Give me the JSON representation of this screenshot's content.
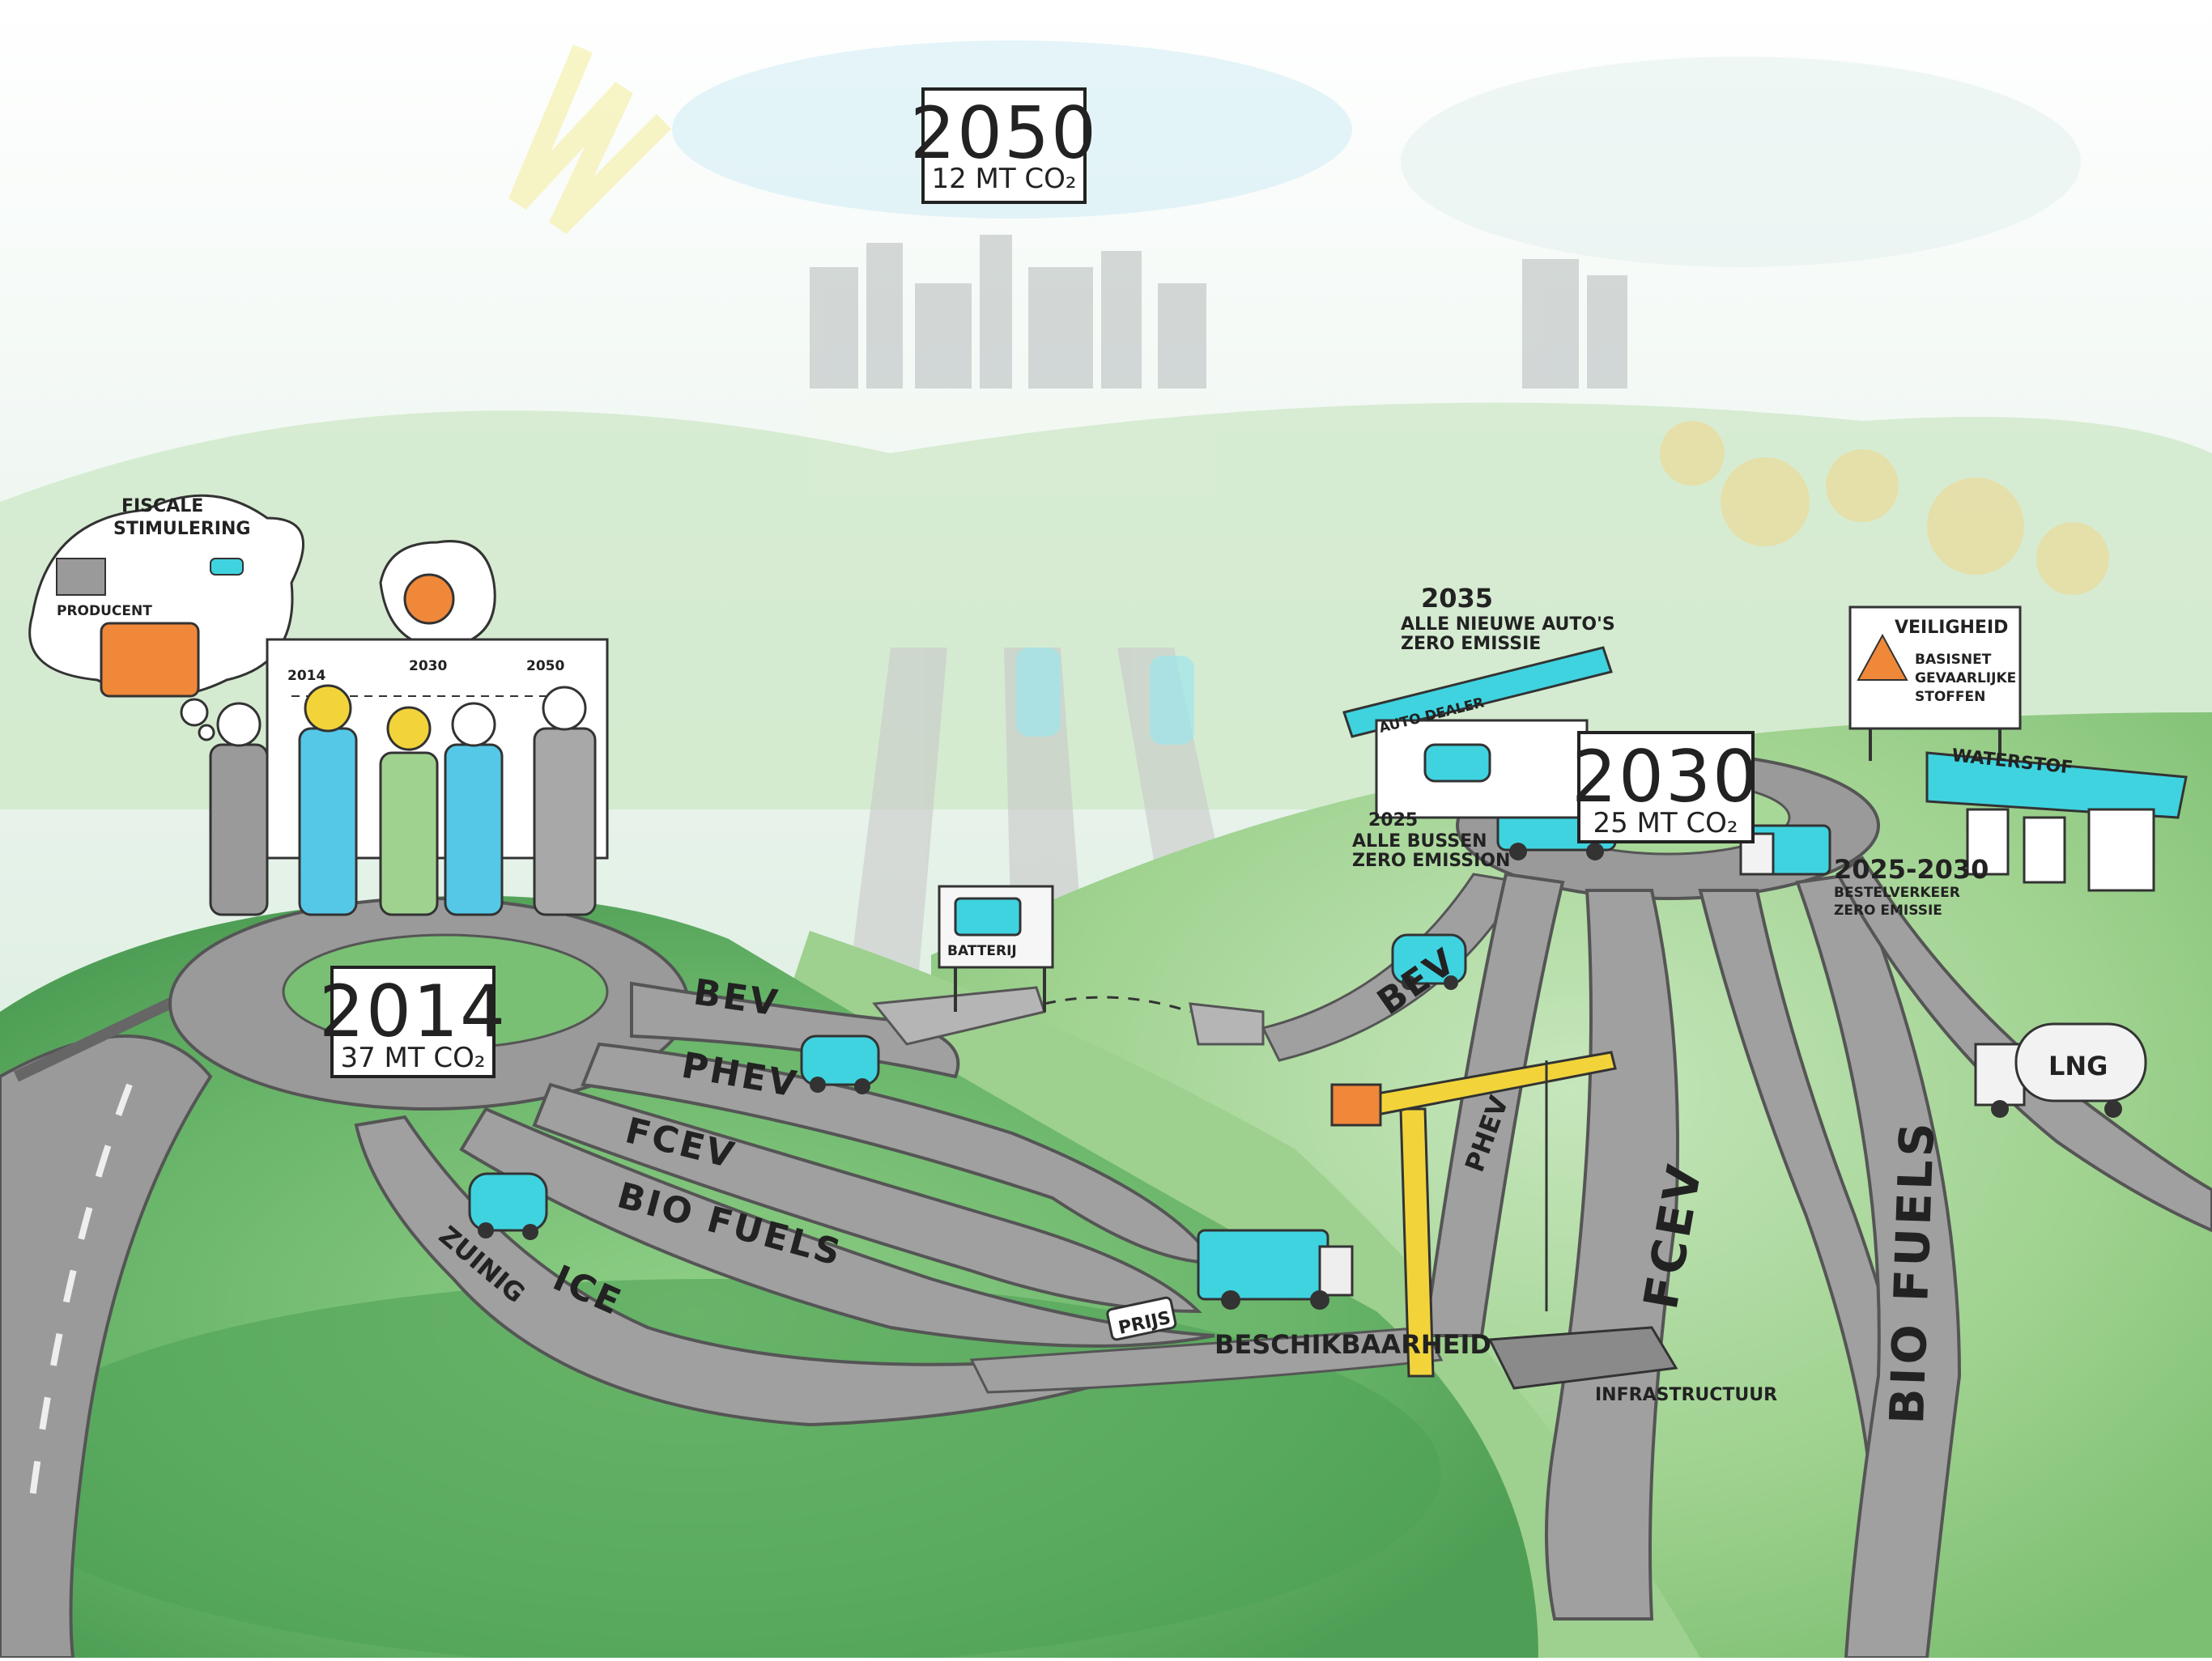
{
  "milestones": {
    "y2050": {
      "year": "2050",
      "co2": "12 MT CO₂"
    },
    "y2030": {
      "year": "2030",
      "co2": "25 MT CO₂"
    },
    "y2014": {
      "year": "2014",
      "co2": "37 MT CO₂"
    }
  },
  "thought_bubble": {
    "title_line1": "FISCALE",
    "title_line2": "STIMULERING",
    "producer": "PRODUCENT"
  },
  "board": {
    "tick_2014": "2014",
    "tick_2030": "2030",
    "tick_2050": "2050"
  },
  "roads_2014": [
    "BEV",
    "PHEV",
    "FCEV",
    "BIO FUELS",
    "ICE"
  ],
  "zuinig": "ZUINIG",
  "battery_sign": "BATTERIJ",
  "prijs_tag": "PRIJS",
  "beschikbaarheid": "BESCHIKBAARHEID",
  "infrastructuur": "INFRASTRUCTUUR",
  "roads_2030": {
    "bev": "BEV",
    "phev": "PHEV",
    "fcev": "FCEV",
    "bio": "BIO FUELS"
  },
  "dealer": {
    "year": "2035",
    "line1": "ALLE NIEUWE AUTO'S",
    "line2": "ZERO EMISSIE",
    "sign": "AUTO DEALER"
  },
  "buses": {
    "year": "2025",
    "line1": "ALLE BUSSEN",
    "line2": "ZERO EMISSION"
  },
  "delivery": {
    "years": "2025-2030",
    "line1": "BESTELVERKEER",
    "line2": "ZERO EMISSIE"
  },
  "safety_sign": {
    "title": "VEILIGHEID",
    "line1": "BASISNET",
    "line2": "GEVAARLIJKE",
    "line3": "STOFFEN"
  },
  "station_sign": "WATERSTOF",
  "lng_tank": "LNG",
  "colors": {
    "grass_dark": "#5fa85f",
    "grass_light": "#a9d79c",
    "road": "#9a9a9a",
    "vehicle": "#3fd3e0",
    "accent_orange": "#f0883a",
    "crane": "#f2d43a"
  }
}
